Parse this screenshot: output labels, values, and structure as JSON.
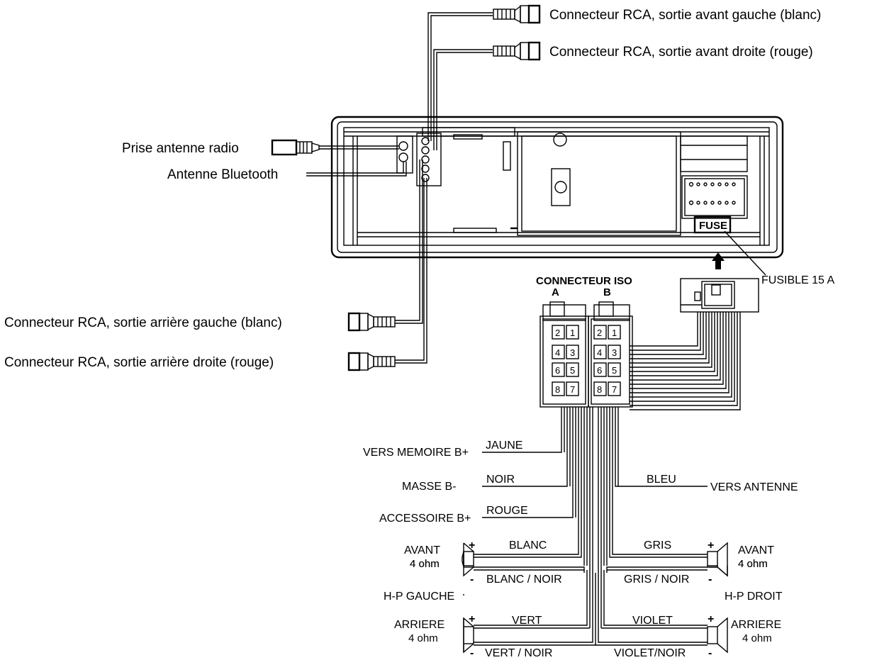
{
  "labels": {
    "rca_front_left": "Connecteur RCA, sortie avant gauche (blanc)",
    "rca_front_right": "Connecteur RCA, sortie avant droite (rouge)",
    "antenna_radio": "Prise antenne radio",
    "antenna_bluetooth": "Antenne Bluetooth",
    "rca_rear_left": "Connecteur RCA, sortie arrière gauche (blanc)",
    "rca_rear_right": "Connecteur RCA, sortie arrière droite (rouge)",
    "iso_title": "CONNECTEUR ISO",
    "iso_a": "A",
    "iso_b": "B",
    "fuse_tag": "FUSE",
    "fuse_label": "FUSIBLE 15 A",
    "mem_target": "VERS MEMOIRE B+",
    "mem_wire": "JAUNE",
    "ground_target": "MASSE B-",
    "ground_wire": "NOIR",
    "acc_target": "ACCESSOIRE B+",
    "acc_wire": "ROUGE",
    "ant_wire": "BLEU",
    "ant_target": "VERS ANTENNE",
    "lf_name": "AVANT",
    "lf_ohm": "4 ohm",
    "lf_plus": "BLANC",
    "lf_minus": "BLANC / NOIR",
    "rf_name": "AVANT",
    "rf_ohm": "4 ohm",
    "rf_plus": "GRIS",
    "rf_minus": "GRIS / NOIR",
    "left_group": "H-P GAUCHE",
    "right_group": "H-P DROIT",
    "lr_name": "ARRIERE",
    "lr_ohm": "4 ohm",
    "lr_plus": "VERT",
    "lr_minus": "VERT / NOIR",
    "rr_name": "ARRIERE",
    "rr_ohm": "4 ohm",
    "rr_plus": "VIOLET",
    "rr_minus": "VIOLET/NOIR",
    "plus_sign": "+",
    "minus_sign": "-"
  },
  "pins": {
    "a": [
      "2",
      "1",
      "4",
      "3",
      "6",
      "5",
      "8",
      "7"
    ],
    "b": [
      "2",
      "1",
      "4",
      "3",
      "6",
      "5",
      "8",
      "7"
    ]
  }
}
